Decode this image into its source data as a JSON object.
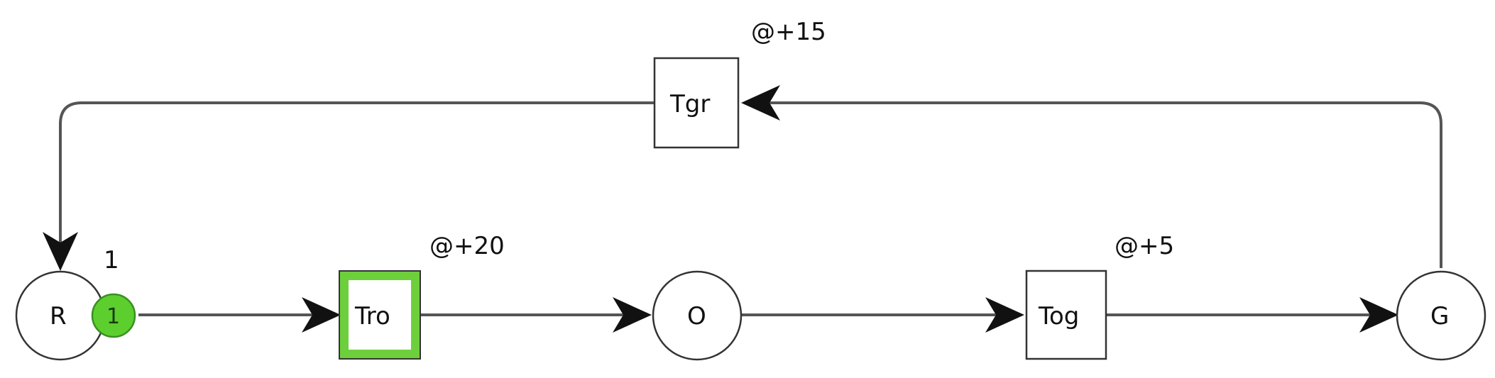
{
  "places": [
    {
      "id": "R",
      "label": "R",
      "tokens": "1",
      "marking_label": "1"
    },
    {
      "id": "O",
      "label": "O"
    },
    {
      "id": "G",
      "label": "G"
    }
  ],
  "transitions": [
    {
      "id": "Tro",
      "label": "Tro",
      "delay": "@+20",
      "enabled": true
    },
    {
      "id": "Tog",
      "label": "Tog",
      "delay": "@+5",
      "enabled": false
    },
    {
      "id": "Tgr",
      "label": "Tgr",
      "delay": "@+15",
      "enabled": false
    }
  ],
  "colors": {
    "token": "#5ccf2e",
    "enabled": "#6ecf3c",
    "edge": "#555555"
  }
}
